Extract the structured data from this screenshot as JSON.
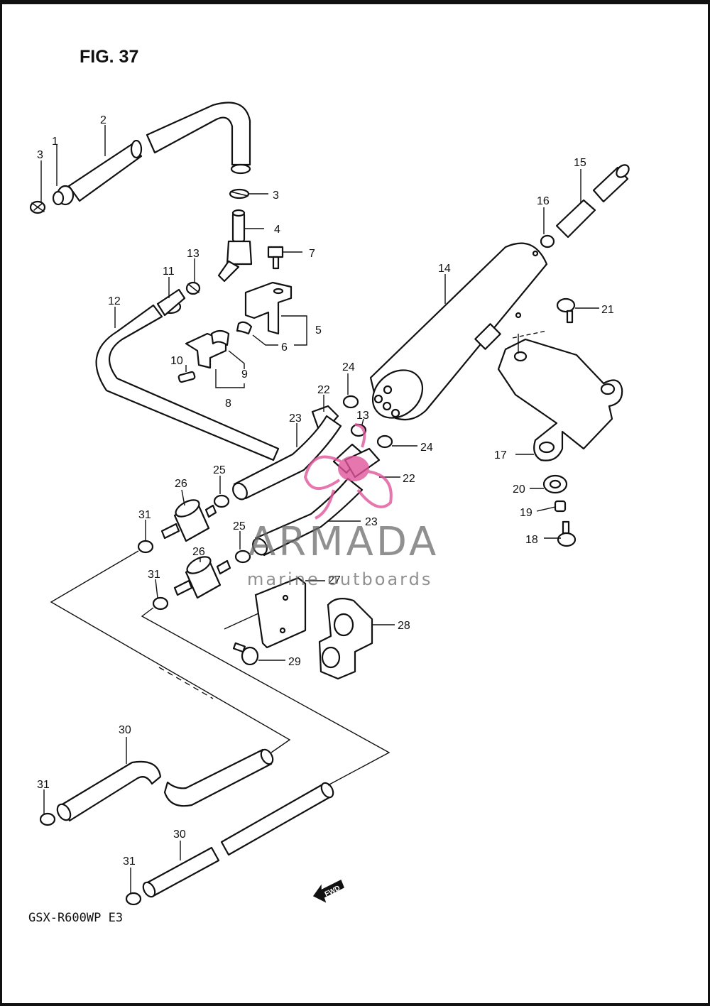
{
  "figure": {
    "title": "FIG. 37",
    "model_code": "GSX-R600WP E3"
  },
  "watermark": {
    "brand": "ARMADA",
    "tagline": "marine outboards",
    "logo_color": "#e0559a"
  },
  "direction_marker": {
    "label": "FWD"
  },
  "callouts": [
    {
      "id": "c1",
      "text": "1"
    },
    {
      "id": "c2",
      "text": "2"
    },
    {
      "id": "c3a",
      "text": "3"
    },
    {
      "id": "c3b",
      "text": "3"
    },
    {
      "id": "c4",
      "text": "4"
    },
    {
      "id": "c5",
      "text": "5"
    },
    {
      "id": "c6",
      "text": "6"
    },
    {
      "id": "c7",
      "text": "7"
    },
    {
      "id": "c8",
      "text": "8"
    },
    {
      "id": "c9",
      "text": "9"
    },
    {
      "id": "c10",
      "text": "10"
    },
    {
      "id": "c11",
      "text": "11"
    },
    {
      "id": "c12",
      "text": "12"
    },
    {
      "id": "c13a",
      "text": "13"
    },
    {
      "id": "c13b",
      "text": "13"
    },
    {
      "id": "c14",
      "text": "14"
    },
    {
      "id": "c15",
      "text": "15"
    },
    {
      "id": "c16",
      "text": "16"
    },
    {
      "id": "c17",
      "text": "17"
    },
    {
      "id": "c18",
      "text": "18"
    },
    {
      "id": "c19",
      "text": "19"
    },
    {
      "id": "c20",
      "text": "20"
    },
    {
      "id": "c21",
      "text": "21"
    },
    {
      "id": "c22a",
      "text": "22"
    },
    {
      "id": "c22b",
      "text": "22"
    },
    {
      "id": "c23a",
      "text": "23"
    },
    {
      "id": "c23b",
      "text": "23"
    },
    {
      "id": "c24a",
      "text": "24"
    },
    {
      "id": "c24b",
      "text": "24"
    },
    {
      "id": "c25a",
      "text": "25"
    },
    {
      "id": "c25b",
      "text": "25"
    },
    {
      "id": "c26a",
      "text": "26"
    },
    {
      "id": "c26b",
      "text": "26"
    },
    {
      "id": "c27",
      "text": "27"
    },
    {
      "id": "c28",
      "text": "28"
    },
    {
      "id": "c29",
      "text": "29"
    },
    {
      "id": "c30a",
      "text": "30"
    },
    {
      "id": "c30b",
      "text": "30"
    },
    {
      "id": "c31a",
      "text": "31"
    },
    {
      "id": "c31b",
      "text": "31"
    },
    {
      "id": "c31c",
      "text": "31"
    },
    {
      "id": "c31d",
      "text": "31"
    }
  ]
}
